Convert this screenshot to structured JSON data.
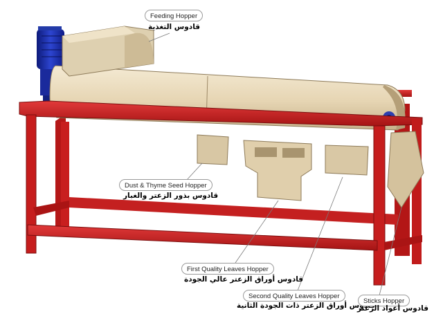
{
  "colors": {
    "frame": "#cc1f1f",
    "frame_dark": "#8f1010",
    "body": "#e8d8b8",
    "body_shade": "#c9b48f",
    "motor": "#1c2fae",
    "leader_line": "#7a7a7a"
  },
  "labels": {
    "feeding": {
      "en": "Feeding Hopper",
      "ar": "قادوس التغذية"
    },
    "dust": {
      "en": "Dust & Thyme Seed Hopper",
      "ar": "قادوس بذور الزعتر والغبار"
    },
    "first": {
      "en": "First Quality Leaves  Hopper",
      "ar": "قادوس أوراق الزعتر عالي الجودة"
    },
    "second": {
      "en": "Second Quality Leaves  Hopper",
      "ar": "قادوس أوراق الزعتر ذات الجودة الثانية"
    },
    "sticks": {
      "en": "Sticks Hopper",
      "ar": "قادوس أعواد الزعتر"
    }
  }
}
